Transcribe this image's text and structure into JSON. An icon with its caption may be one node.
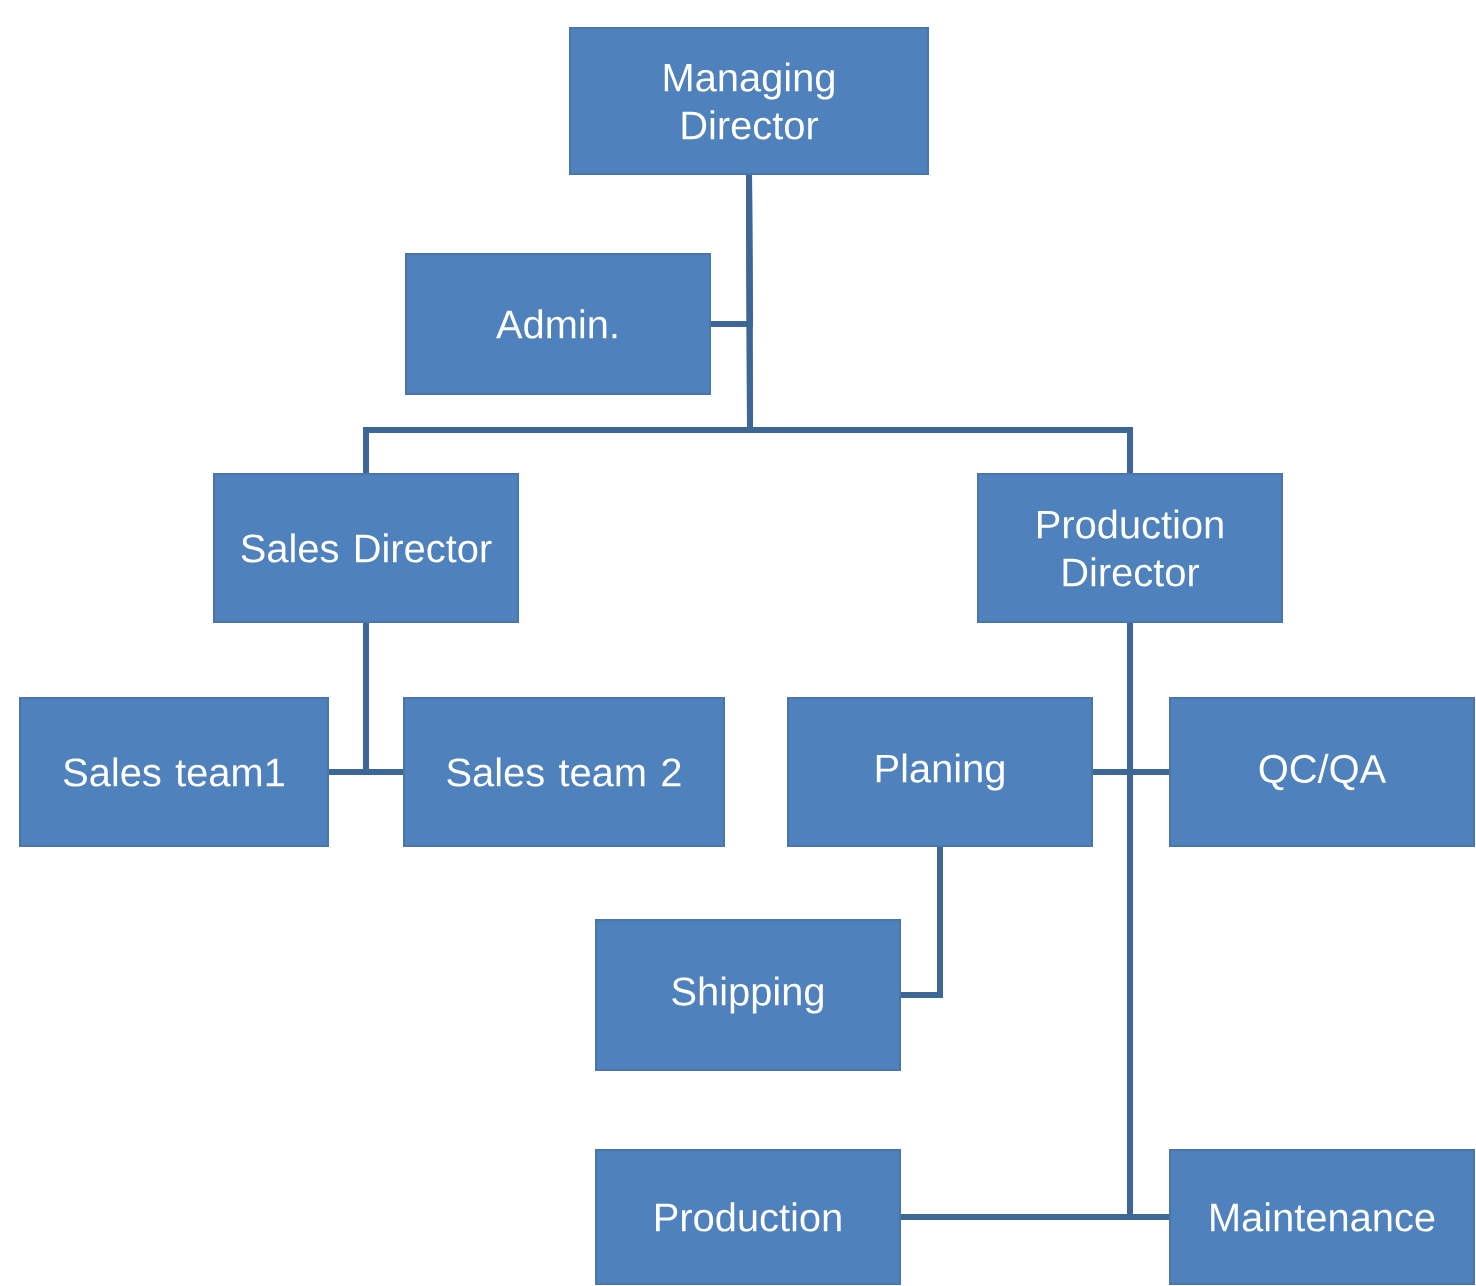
{
  "diagram": {
    "nodes": [
      {
        "text": [
          "Managing Director"
        ]
      },
      {
        "text": [
          "Admin."
        ]
      },
      {
        "text": [
          "Sales Director"
        ]
      },
      {
        "text": [
          "Production Director"
        ]
      },
      {
        "text": [
          "Sales team1"
        ]
      },
      {
        "text": [
          "Sales team 2"
        ]
      },
      {
        "text": [
          "Planing"
        ]
      },
      {
        "text": [
          "QC/QA"
        ]
      },
      {
        "text": [
          "Shipping"
        ]
      },
      {
        "text": [
          "Production"
        ]
      },
      {
        "text": [
          "Maintenance"
        ]
      }
    ],
    "edges": [
      {
        "from": 0,
        "to": 1,
        "arrow": "none"
      },
      {
        "from": 0,
        "to": 2,
        "arrow": "none"
      },
      {
        "from": 0,
        "to": 3,
        "arrow": "none"
      },
      {
        "from": 2,
        "to": 4,
        "arrow": "none"
      },
      {
        "from": 2,
        "to": 5,
        "arrow": "none"
      },
      {
        "from": 3,
        "to": 6,
        "arrow": "none"
      },
      {
        "from": 3,
        "to": 7,
        "arrow": "none"
      },
      {
        "from": 3,
        "to": 9,
        "arrow": "none"
      },
      {
        "from": 3,
        "to": 10,
        "arrow": "none"
      },
      {
        "from": 6,
        "to": 8,
        "arrow": "none"
      }
    ]
  }
}
